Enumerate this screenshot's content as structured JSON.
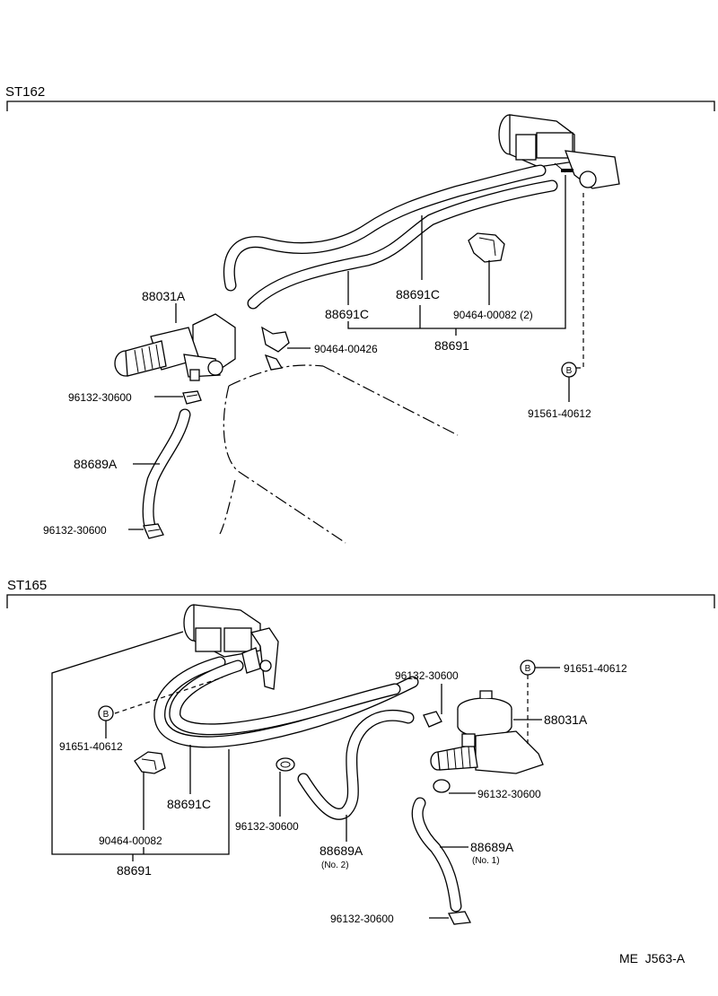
{
  "sections": {
    "st162": "ST162",
    "st165": "ST165"
  },
  "callouts": {
    "b": "B"
  },
  "top": {
    "p88031a": "88031A",
    "p88691c_a": "88691C",
    "p88691c_b": "88691C",
    "p90464_00082": "90464-00082 (2)",
    "p90464_00426": "90464-00426",
    "p88691": "88691",
    "p91561_40612": "91561-40612",
    "p96132_a": "96132-30600",
    "p88689a": "88689A",
    "p96132_b": "96132-30600"
  },
  "bottom": {
    "p91651_right": "91651-40612",
    "p96132_top": "96132-30600",
    "p88031a": "88031A",
    "p96132_mid": "96132-30600",
    "p91651_left": "91651-40612",
    "p88691c": "88691C",
    "p90464": "90464-00082",
    "p88691": "88691",
    "p96132_left": "96132-30600",
    "p88689a_no2": "88689A",
    "no2": "(No. 2)",
    "p88689a_no1": "88689A",
    "no1": "(No. 1)",
    "p96132_bottom": "96132-30600"
  },
  "footer": {
    "code": "ME  J563-A"
  }
}
